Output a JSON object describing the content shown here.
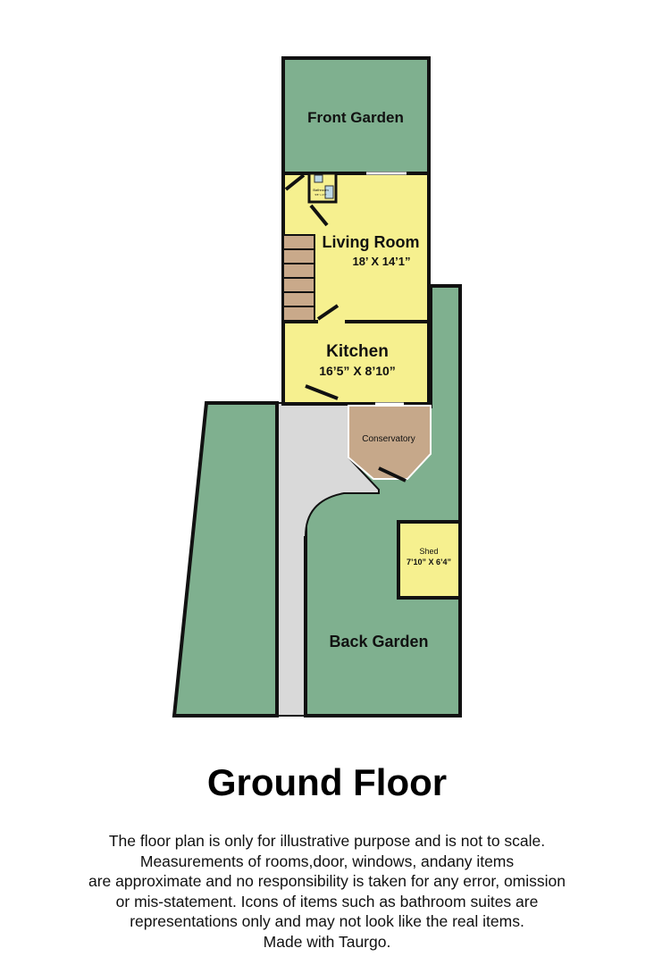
{
  "rooms": {
    "front_garden": {
      "name": "Front Garden"
    },
    "living_room": {
      "name": "Living Room",
      "size": "18’ X 14’1”"
    },
    "bathroom": {
      "name": "Bathroom",
      "size": "5'8\" x 4'3\""
    },
    "kitchen": {
      "name": "Kitchen",
      "size": "16’5” X 8’10”"
    },
    "conservatory": {
      "name": "Conservatory"
    },
    "shed": {
      "name": "Shed",
      "size": "7’10” X 6’4”"
    },
    "back_garden": {
      "name": "Back Garden"
    }
  },
  "colors": {
    "garden": "#7fb08f",
    "interior": "#f6f08f",
    "conservatory": "#c6a88a",
    "stairs": "#c9a98a",
    "path": "#d9d9d9",
    "wall": "#111111"
  },
  "floor_title": "Ground Floor",
  "disclaimer": [
    "The floor plan is only for illustrative purpose and is not to scale.",
    "Measurements of rooms,door, windows, andany items",
    "are approximate and no responsibility is taken for any error, omission",
    "or mis-statement. Icons of items such as bathroom suites are",
    "representations only and may not look like the real items.",
    "Made with Taurgo."
  ]
}
